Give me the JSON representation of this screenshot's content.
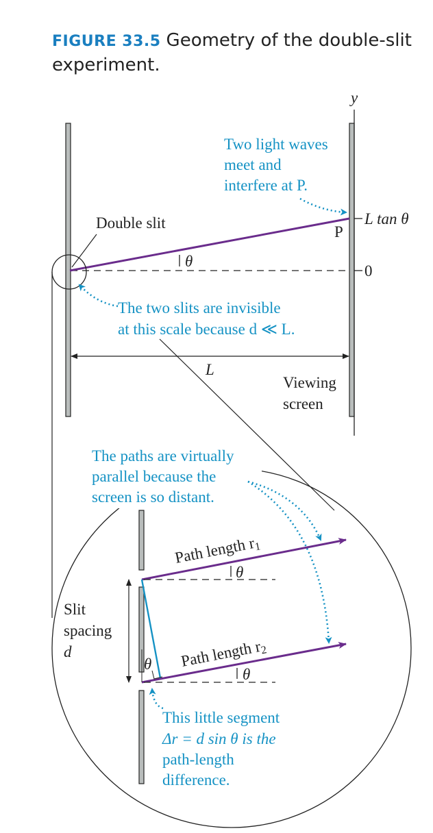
{
  "figure": {
    "number": "FIGURE 33.5",
    "title": "Geometry of the double-slit experiment."
  },
  "colors": {
    "ray": "#6a2c8c",
    "note": "#1592c4",
    "screen": "#b9bdbc",
    "ink": "#222222"
  },
  "upper": {
    "y_axis": "y",
    "note_waves": [
      "Two light waves",
      "meet and",
      "interfere at P."
    ],
    "tick_top": "L tan θ",
    "point_p": "P",
    "tick_zero": "0",
    "double_slit": "Double slit",
    "theta": "θ",
    "note_slits": [
      "The two slits are invisible",
      "at this scale because d ≪ L."
    ],
    "distance": "L",
    "screen_label": [
      "Viewing",
      "screen"
    ]
  },
  "inset": {
    "note_paths": [
      "The paths are virtually",
      "parallel because the",
      "screen is so distant."
    ],
    "path1": "Path length r",
    "path1_sub": "1",
    "path2": "Path length r",
    "path2_sub": "2",
    "theta": "θ",
    "spacing": [
      "Slit",
      "spacing",
      "d"
    ],
    "note_segment_1": "This little segment",
    "note_segment_2": "Δr = d sin θ is the",
    "note_segment_3": "path-length",
    "note_segment_4": "difference."
  }
}
